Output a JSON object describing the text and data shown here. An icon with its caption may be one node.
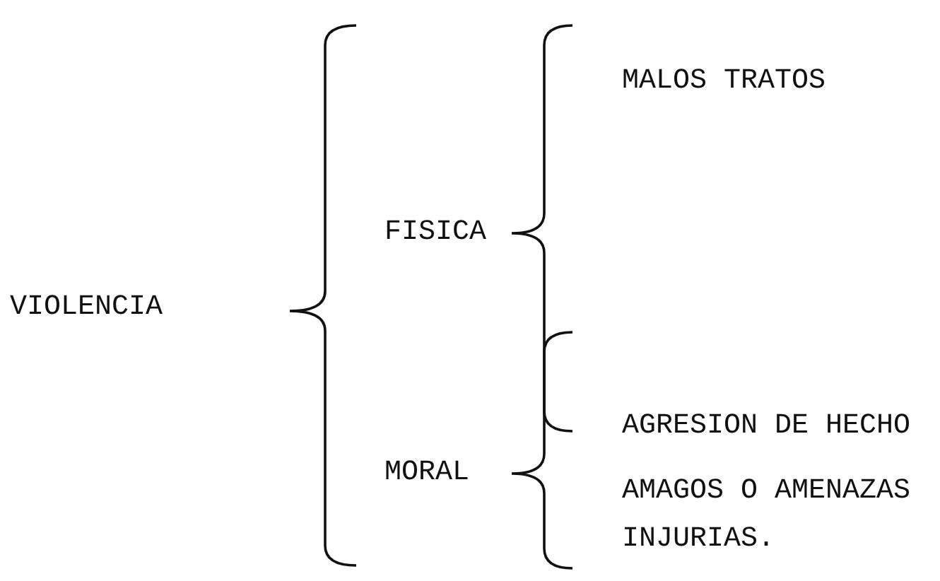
{
  "diagram": {
    "labels": [
      "VIOLENCIA",
      "FISICA",
      "MALOS TRATOS",
      "AGRESION DE HECHO",
      "MORAL",
      "AMAGOS O AMENAZAS",
      "INJURIAS."
    ]
  }
}
